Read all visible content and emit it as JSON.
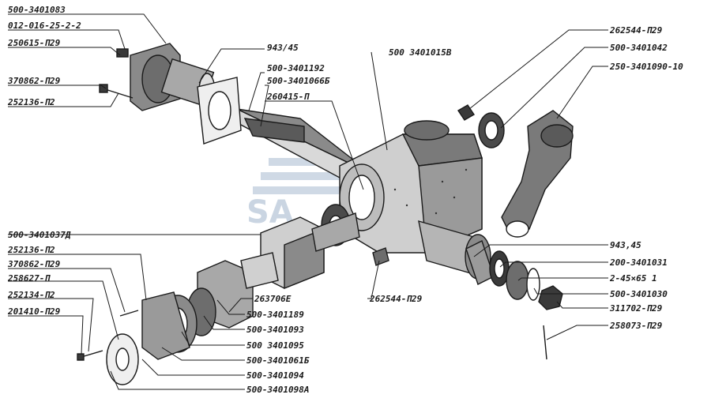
{
  "diagram": {
    "watermark_text": "SA",
    "colors": {
      "ink": "#1a1a1a",
      "shade": "#6d6d6d",
      "light": "#bdbdbd",
      "watermark": "#9fb4cc"
    },
    "labels": {
      "l01": "500-3401083",
      "l02": "012-016-25-2-2",
      "l03": "250615-П29",
      "l04": "370862-П29",
      "l05": "252136-П2",
      "l06": "943/45",
      "l07": "500-3401192",
      "l08": "500-3401066Б",
      "l09": "260415-П",
      "l10": "500 3401015В",
      "l11": "262544-П29",
      "l12": "500-3401042",
      "l13": "250-3401090-10",
      "l14": "500-3401037Д",
      "l15": "252136-П2",
      "l16": "370862-П29",
      "l17": "258627-П",
      "l18": "252134-П2",
      "l19": "201410-П29",
      "l20": "263706Е",
      "l21": "262544-П29",
      "l22": "500-3401189",
      "l23": "500-3401093",
      "l24": "500 3401095",
      "l25": "500-3401061Б",
      "l26": "500-3401094",
      "l27": "500-3401098А",
      "l28": "943,45",
      "l29": "200-3401031",
      "l30": "2-45×65 1",
      "l31": "500-3401030",
      "l32": "311702-П29",
      "l33": "258073-П29"
    }
  }
}
